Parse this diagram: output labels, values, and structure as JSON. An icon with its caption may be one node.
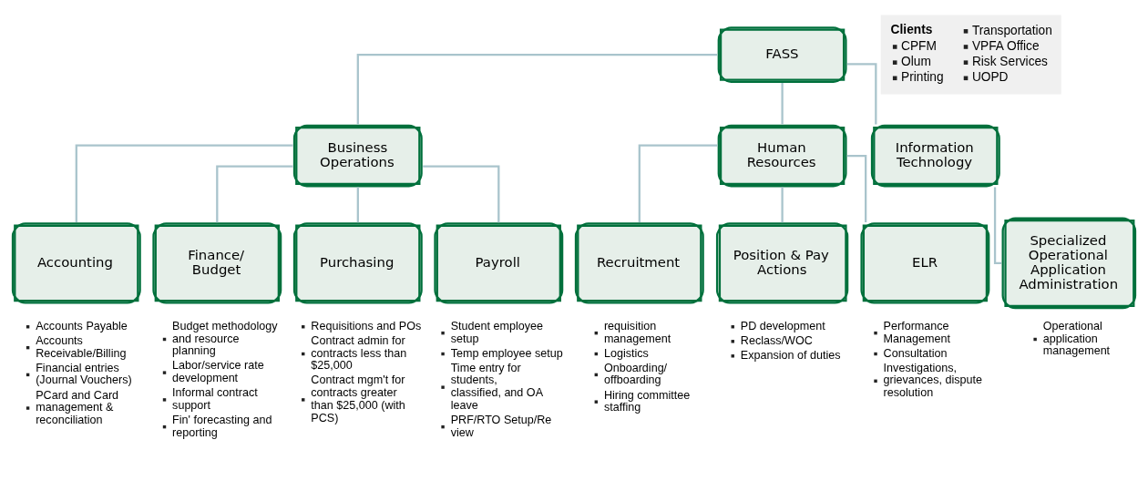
{
  "diagram": {
    "nodes": [
      {
        "text": [
          "FASS"
        ]
      },
      {
        "text": [
          "Clients",
          "CPFM",
          "Olum",
          "Printing",
          "Transportation",
          "VPFA Office",
          "Risk Services",
          "UOPD"
        ]
      },
      {
        "text": [
          "Business Operations"
        ]
      },
      {
        "text": [
          "Human Resources"
        ]
      },
      {
        "text": [
          "Information Technology"
        ]
      },
      {
        "text": [
          "Accounting"
        ],
        "beside": [
          "Accounts Payable",
          "Accounts Receivable/Billing",
          "Financial entries (Journal Vouchers)",
          "PCard and Card management & reconciliation"
        ]
      },
      {
        "text": [
          "Finance/ Budget"
        ],
        "beside": [
          "Budget methodology and resource planning",
          "Labor/service rate development",
          "Informal contract support",
          "Fin' forecasting and reporting"
        ]
      },
      {
        "text": [
          "Purchasing"
        ],
        "beside": [
          "Requisitions and POs",
          "Contract admin for contracts less than $25,000",
          "Contract mgm't for contracts greater than $25,000 (with PCS)"
        ]
      },
      {
        "text": [
          "Payroll"
        ],
        "beside": [
          "Student employee setup",
          "Temp employee setup",
          "Time entry for students, classified, and OA leave",
          "PRF/RTO Setup/Re view"
        ]
      },
      {
        "text": [
          "Recruitment"
        ],
        "beside": [
          "requisition management",
          "Logistics",
          "Onboarding/ offboarding",
          "Hiring committee staffing"
        ]
      },
      {
        "text": [
          "Position & Pay Actions"
        ],
        "beside": [
          "PD development",
          "Reclass/WOC",
          "Expansion of duties"
        ]
      },
      {
        "text": [
          "ELR"
        ],
        "beside": [
          "Performance Management",
          "Consultation",
          "Investigations, grievances, dispute resolution"
        ]
      },
      {
        "text": [
          "Specialized Operational Application Administration"
        ],
        "beside": [
          "Operational application management"
        ]
      }
    ],
    "edges": [
      {
        "from": 0,
        "to": 2,
        "arrow": "none"
      },
      {
        "from": 0,
        "to": 3,
        "arrow": "none"
      },
      {
        "from": 0,
        "to": 4,
        "arrow": "none"
      },
      {
        "from": 2,
        "to": 5,
        "arrow": "none"
      },
      {
        "from": 2,
        "to": 6,
        "arrow": "none"
      },
      {
        "from": 2,
        "to": 7,
        "arrow": "none"
      },
      {
        "from": 2,
        "to": 8,
        "arrow": "none"
      },
      {
        "from": 3,
        "to": 9,
        "arrow": "none"
      },
      {
        "from": 3,
        "to": 10,
        "arrow": "none"
      },
      {
        "from": 3,
        "to": 11,
        "arrow": "none"
      },
      {
        "from": 4,
        "to": 12,
        "arrow": "none"
      }
    ]
  }
}
